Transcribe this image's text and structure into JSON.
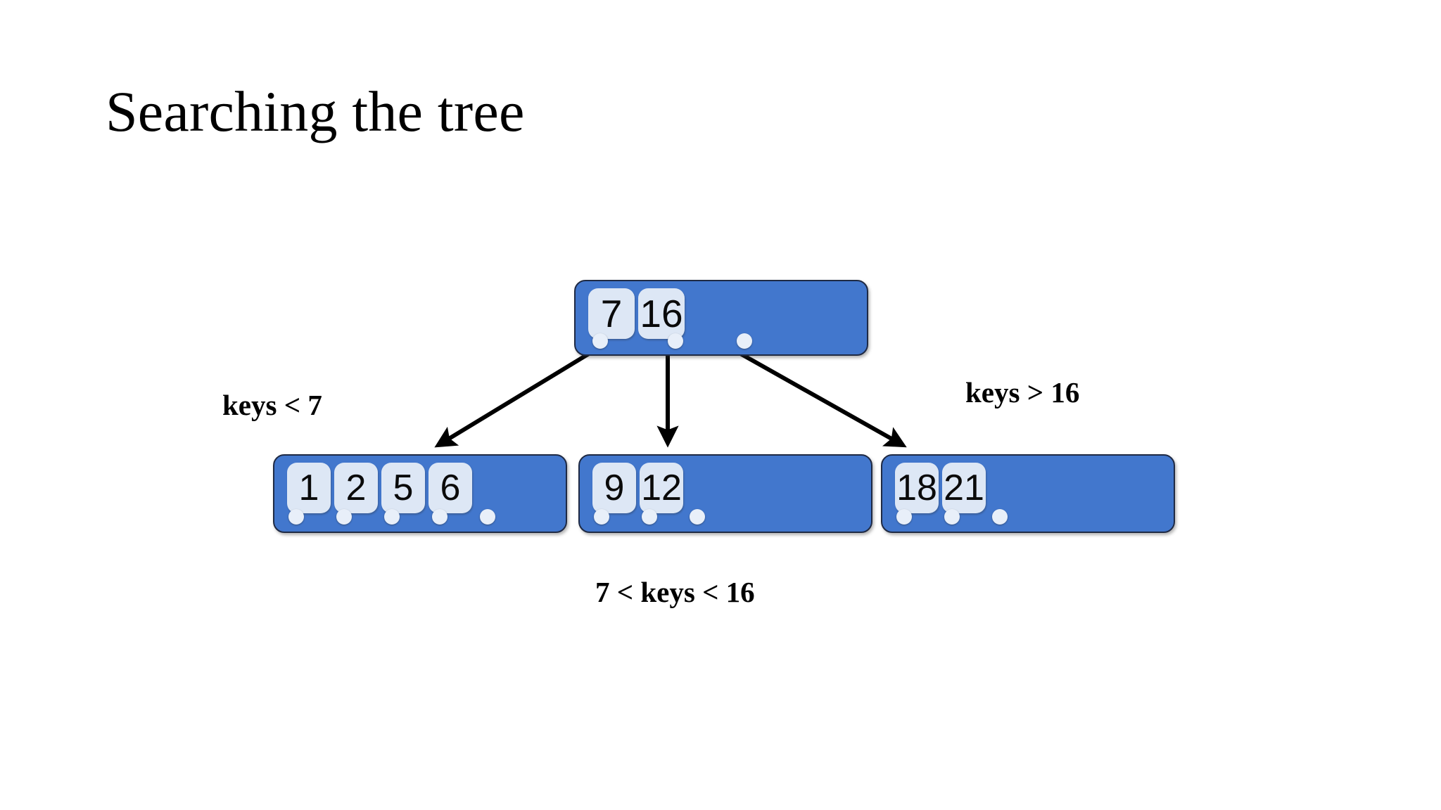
{
  "slide": {
    "title": "Searching the tree",
    "background_color": "#ffffff"
  },
  "theme": {
    "node_fill": "#4277cd",
    "node_border": "#1f2a44",
    "key_cell_fill": "#dde7f5",
    "pointer_dot_fill": "#e8eff9",
    "text_color": "#000000",
    "arrow_color": "#000000"
  },
  "tree": {
    "type": "b-tree",
    "root": {
      "id": "root",
      "keys": [
        "7",
        "16"
      ],
      "pointer_count": 3
    },
    "leaves": [
      {
        "id": "leaf-1",
        "keys": [
          "1",
          "2",
          "5",
          "6"
        ],
        "pointer_count": 5
      },
      {
        "id": "leaf-2",
        "keys": [
          "9",
          "12"
        ],
        "pointer_count": 3
      },
      {
        "id": "leaf-3",
        "keys": [
          "18",
          "21"
        ],
        "pointer_count": 3
      }
    ]
  },
  "annotations": {
    "left": "keys < 7",
    "middle": "7 < keys < 16",
    "right": "keys > 16"
  },
  "edges": [
    {
      "from": "root-pointer-0",
      "to": "leaf-1",
      "label_ref": "left"
    },
    {
      "from": "root-pointer-1",
      "to": "leaf-2",
      "label_ref": "middle"
    },
    {
      "from": "root-pointer-2",
      "to": "leaf-3",
      "label_ref": "right"
    }
  ]
}
